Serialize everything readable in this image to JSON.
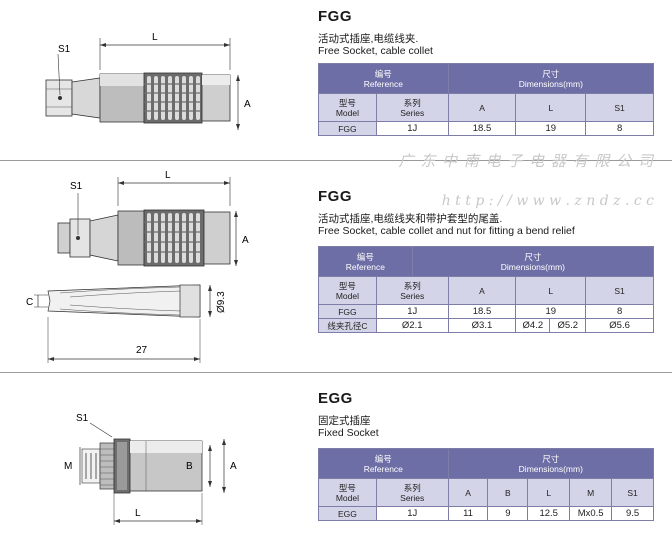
{
  "watermark": {
    "company": "广 东 中 南 电 子 电 器 有 限 公 司",
    "url": "h t t p : / / w w w . z n d z . c c"
  },
  "products": [
    {
      "code": "FGG",
      "desc_cn": "活动式插座,电缆线夹.",
      "desc_en": "Free Socket, cable collet",
      "table": {
        "ref_cn": "编号",
        "ref_en": "Reference",
        "dim_cn": "尺寸",
        "dim_en": "Dimensions(mm)",
        "model_cn": "型号",
        "model_en": "Model",
        "series_cn": "系列",
        "series_en": "Series",
        "dim_cols": [
          "A",
          "L",
          "S1"
        ],
        "row": {
          "model": "FGG",
          "series": "1J",
          "values": [
            "18.5",
            "19",
            "8"
          ]
        }
      },
      "drawing_labels": {
        "s1": "S1",
        "l": "L",
        "a": "A"
      }
    },
    {
      "code": "FGG",
      "desc_cn": "活动式插座,电缆线夹和带护套型的尾盖.",
      "desc_en": "Free Socket, cable collet and nut for fitting a bend relief",
      "table": {
        "ref_cn": "编号",
        "ref_en": "Reference",
        "dim_cn": "尺寸",
        "dim_en": "Dimensions(mm)",
        "model_cn": "型号",
        "model_en": "Model",
        "series_cn": "系列",
        "series_en": "Series",
        "dim_cols": [
          "A",
          "L",
          "S1"
        ],
        "row": {
          "model": "FGG",
          "series": "1J",
          "values": [
            "18.5",
            "19",
            "8"
          ]
        },
        "collet_label": "线夹孔径C",
        "collet_values": [
          "Ø2.1",
          "Ø3.1",
          "Ø4.2",
          "Ø5.2",
          "Ø5.6"
        ]
      },
      "drawing_labels": {
        "s1": "S1",
        "l": "L",
        "a": "A",
        "c": "C",
        "d93": "Ø9.3",
        "len27": "27"
      }
    },
    {
      "code": "EGG",
      "desc_cn": "固定式插座",
      "desc_en": "Fixed Socket",
      "table": {
        "ref_cn": "编号",
        "ref_en": "Reference",
        "dim_cn": "尺寸",
        "dim_en": "Dimensions(mm)",
        "model_cn": "型号",
        "model_en": "Model",
        "series_cn": "系列",
        "series_en": "Series",
        "dim_cols": [
          "A",
          "B",
          "L",
          "M",
          "S1"
        ],
        "row": {
          "model": "EGG",
          "series": "1J",
          "values": [
            "11",
            "9",
            "12.5",
            "Mx0.5",
            "9.5"
          ]
        }
      },
      "drawing_labels": {
        "s1": "S1",
        "l": "L",
        "a": "A",
        "b": "B",
        "m": "M"
      }
    }
  ]
}
